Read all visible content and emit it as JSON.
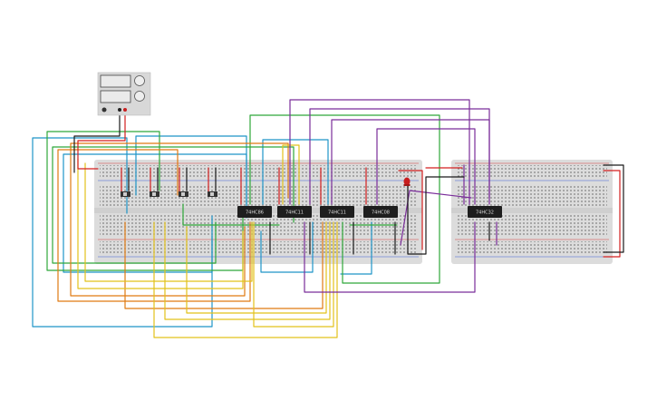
{
  "colors": {
    "background": "#ffffff",
    "board": "#dcdcdc",
    "board_center": "#cfcfcf",
    "hole": "#6f6f6f",
    "rail_red": "#d23b3b",
    "rail_blue": "#3b5bd2",
    "chip": "#1e1e1e",
    "wire_red": "#d31f1f",
    "wire_black": "#1a1a1a",
    "wire_green": "#2fa83a",
    "wire_blue": "#1f95c8",
    "wire_yellow": "#e2c21a",
    "wire_orange": "#e07a12",
    "wire_purple": "#7a2d9a",
    "led": "#c81e1e",
    "psu_body": "#d8d8d8",
    "psu_display": "#eaeaea"
  },
  "power_supply": {
    "name": "power-supply",
    "knob_icons": [
      "knob-icon",
      "knob-icon"
    ],
    "terminal_icons": [
      "terminal-negative-icon",
      "terminal-positive-icon"
    ]
  },
  "chips": [
    {
      "id": "chip-1",
      "label": "74HC86"
    },
    {
      "id": "chip-2",
      "label": "74HC11"
    },
    {
      "id": "chip-3",
      "label": "74HC11"
    },
    {
      "id": "chip-4",
      "label": "74HC08"
    },
    {
      "id": "chip-5",
      "label": "74HC32"
    }
  ],
  "switches": [
    "switch-1",
    "switch-2",
    "switch-3",
    "switch-4"
  ],
  "led": {
    "name": "led-output",
    "color": "red"
  }
}
